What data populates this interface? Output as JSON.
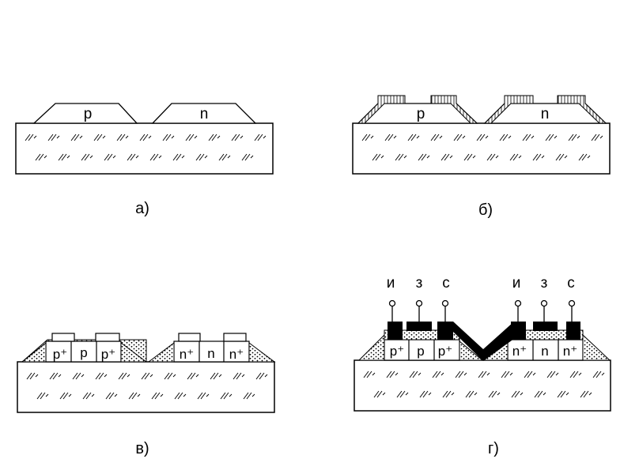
{
  "panels": {
    "a": {
      "caption": "а)",
      "left_region": "p",
      "right_region": "n"
    },
    "b": {
      "caption": "б)",
      "left_region": "p",
      "right_region": "n"
    },
    "v": {
      "caption": "в)",
      "labels": [
        "p⁺",
        "p",
        "p⁺",
        "n⁺",
        "n",
        "n⁺"
      ]
    },
    "g": {
      "caption": "г)",
      "labels": [
        "p⁺",
        "p",
        "p⁺",
        "n⁺",
        "n",
        "n⁺"
      ],
      "terminals": [
        "и",
        "з",
        "с",
        "и",
        "з",
        "с"
      ]
    }
  },
  "colors": {
    "ink": "#000000",
    "background": "#ffffff"
  }
}
